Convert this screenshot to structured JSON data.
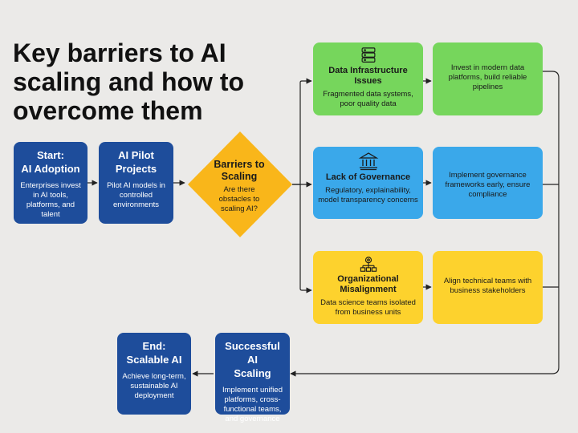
{
  "title": "Key barriers to AI scaling and how to overcome them",
  "colors": {
    "background": "#ebeae8",
    "dark_blue": "#1e4d9b",
    "green": "#76d65c",
    "light_blue": "#3aa8ea",
    "yellow": "#fdd22d",
    "diamond": "#f9b61a",
    "connector": "#222222"
  },
  "start": {
    "title": "Start:\nAI Adoption",
    "text": "Enterprises invest in AI tools, platforms, and talent"
  },
  "pilot": {
    "title": "AI Pilot\nProjects",
    "text": "Pilot AI models in controlled environments"
  },
  "barriers": {
    "title": "Barriers to\nScaling",
    "text": "Are there obstacles to scaling AI?"
  },
  "data_infra": {
    "icon": "server-database-icon",
    "title": "Data Infrastructure\nIssues",
    "text": "Fragmented data systems, poor quality data"
  },
  "governance": {
    "icon": "governance-building-icon",
    "title": "Lack of Governance",
    "text": "Regulatory, explainability, model transparency concerns"
  },
  "org": {
    "icon": "org-chart-gear-icon",
    "title": "Organizational\nMisalignment",
    "text": "Data science teams isolated from business units"
  },
  "solutions": {
    "data": "Invest in modern data platforms, build reliable pipelines",
    "governance": "Implement governance frameworks early, ensure compliance",
    "org": "Align technical teams with business stakeholders"
  },
  "success": {
    "title": "Successful AI\nScaling",
    "text": "Implement unified platforms, cross-functional teams, and governance"
  },
  "end": {
    "title": "End:\nScalable AI",
    "text": "Achieve long-term, sustainable AI deployment"
  }
}
